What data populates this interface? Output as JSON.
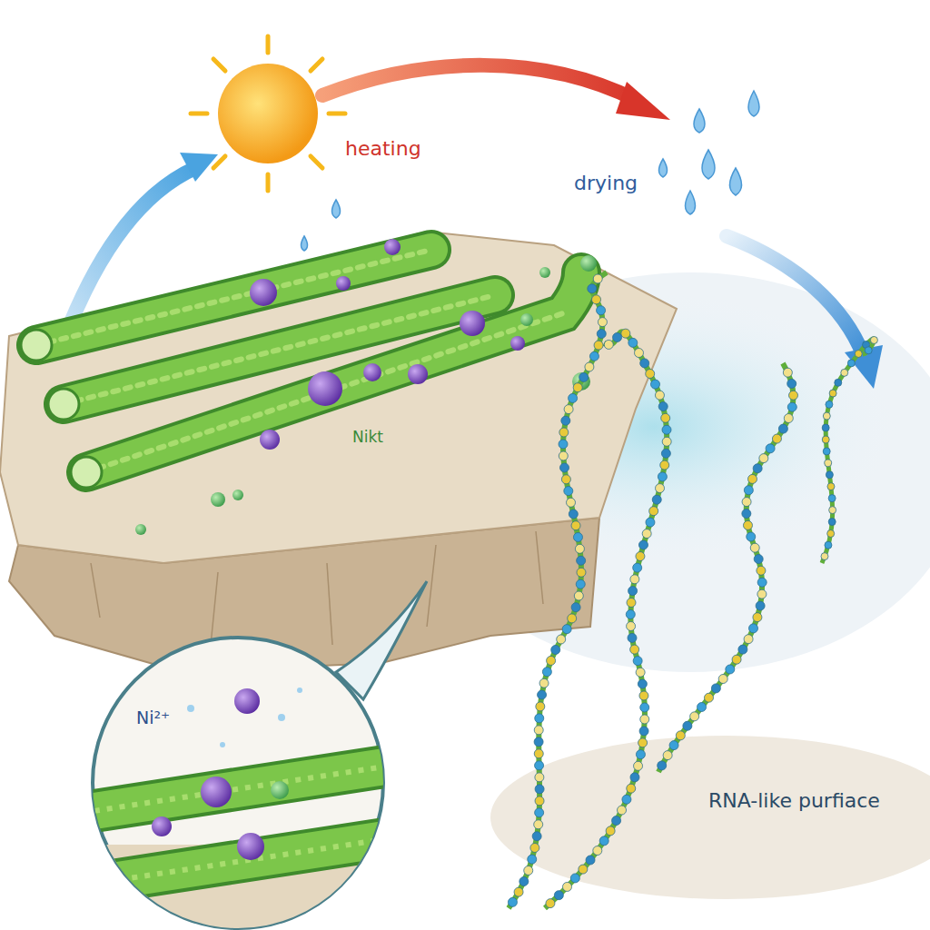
{
  "diagram": {
    "labels": [
      "heating",
      "drying",
      "Nikt",
      "Ni²⁺",
      "RNA-like purfiace"
    ]
  }
}
